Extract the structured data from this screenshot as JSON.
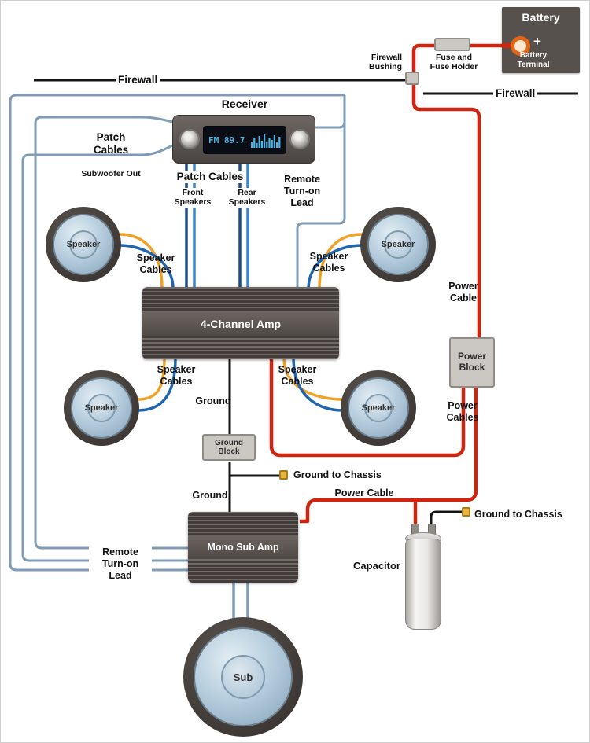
{
  "colors": {
    "power_cable": "#cf2410",
    "speaker_wire_positive": "#f0a225",
    "speaker_wire_negative": "#1f66ae",
    "patch_cable": "#7e9cb5",
    "ground_wire": "#141414",
    "component_dark": "#57514d",
    "block_gray": "#cbc8c4"
  },
  "battery": {
    "label": "Battery",
    "terminal_label": "Battery\nTerminal",
    "plus": "+"
  },
  "fuse": {
    "label": "Fuse and\nFuse Holder"
  },
  "bushing": {
    "label": "Firewall\nBushing"
  },
  "firewall": {
    "label": "Firewall"
  },
  "receiver": {
    "label": "Receiver",
    "display": "FM 89.7"
  },
  "patch_sub": {
    "title": "Patch\nCables",
    "subtitle": "Subwoofer Out"
  },
  "patch_main": {
    "title": "Patch Cables",
    "front": "Front\nSpeakers",
    "rear": "Rear\nSpeakers"
  },
  "remote": {
    "label": "Remote\nTurn-on\nLead"
  },
  "speaker": {
    "label": "Speaker",
    "cables_label": "Speaker\nCables"
  },
  "amp4": {
    "label": "4-Channel Amp"
  },
  "mono_amp": {
    "label": "Mono Sub Amp"
  },
  "sub": {
    "label": "Sub"
  },
  "ground": {
    "label": "Ground",
    "block_label": "Ground Block",
    "chassis_label": "Ground to Chassis"
  },
  "power": {
    "cable_label": "Power\nCable",
    "cables_label": "Power\nCables",
    "cable_label_inline": "Power Cable",
    "block_label": "Power\nBlock"
  },
  "capacitor": {
    "label": "Capacitor"
  }
}
